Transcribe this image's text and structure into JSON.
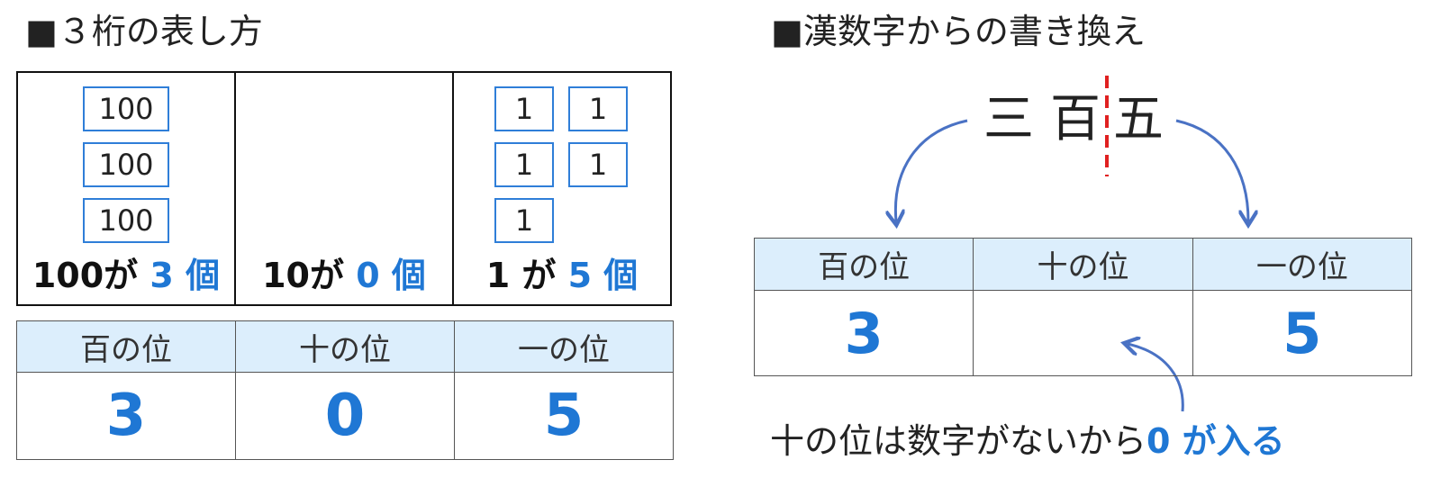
{
  "left": {
    "title": "■３桁の表し方",
    "blocks": [
      {
        "cards": [
          "100",
          "100",
          "100"
        ],
        "prefix": "100が",
        "count": "3",
        "unit": "個"
      },
      {
        "cards": [],
        "prefix": "10が",
        "count": "0",
        "unit": "個"
      },
      {
        "cards": [
          "1",
          "1",
          "1",
          "1",
          "1"
        ],
        "prefix": "1 が",
        "count": "5",
        "unit": "個"
      }
    ],
    "table": {
      "headers": [
        "百の位",
        "十の位",
        "一の位"
      ],
      "values": [
        "3",
        "0",
        "5"
      ]
    }
  },
  "right": {
    "title": "■漢数字からの書き換え",
    "kanji": {
      "first": "三",
      "second": "百",
      "third": "五"
    },
    "table": {
      "headers": [
        "百の位",
        "十の位",
        "一の位"
      ],
      "values": [
        "3",
        "",
        "5"
      ]
    },
    "note": {
      "text": "十の位は数字がないから",
      "highlight": "0 が入る"
    }
  },
  "colors": {
    "accent": "#1f77d4",
    "card_border": "#2f7ed8",
    "header_bg": "#dceefc",
    "arrow": "#4a72c4",
    "divider": "#e02020"
  }
}
